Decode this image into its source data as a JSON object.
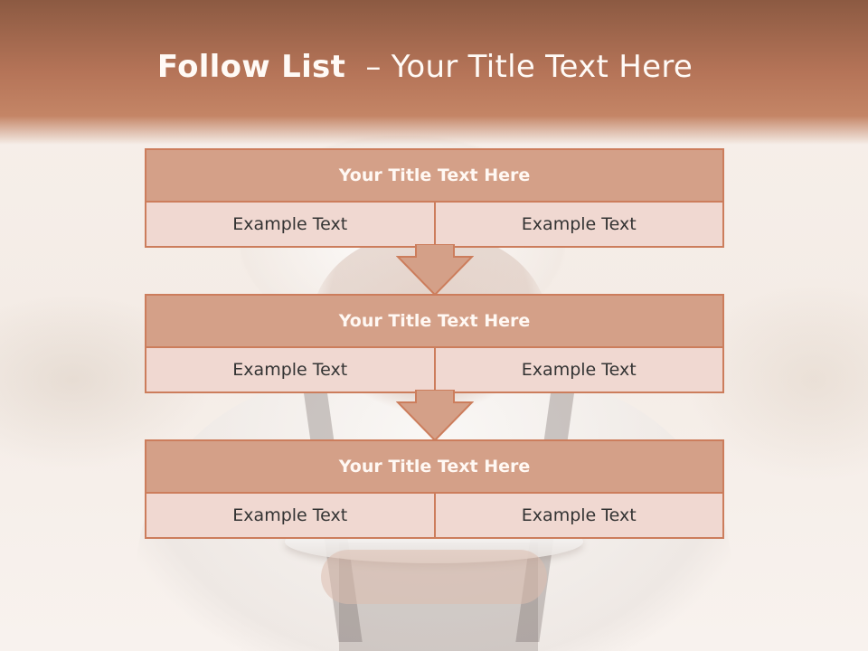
{
  "header": {
    "title_strong": "Follow List",
    "title_dash": "–",
    "title_rest": "Your Title Text Here"
  },
  "blocks": [
    {
      "title": "Your Title Text Here",
      "left": "Example Text",
      "right": "Example Text"
    },
    {
      "title": "Your Title Text Here",
      "left": "Example Text",
      "right": "Example Text"
    },
    {
      "title": "Your Title Text Here",
      "left": "Example Text",
      "right": "Example Text"
    }
  ],
  "colors": {
    "header_dark": "#8c5a42",
    "header_light": "#c48566",
    "block_title_fill": "#d4a088",
    "block_cell_fill": "#f0d8d1",
    "border": "#cc7d5c"
  }
}
